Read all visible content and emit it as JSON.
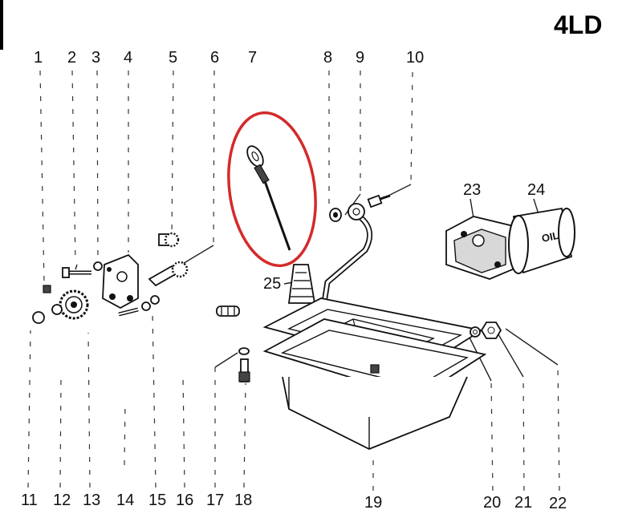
{
  "title": "4LD",
  "top_labels": [
    "1",
    "2",
    "3",
    "4",
    "5",
    "6",
    "7",
    "8",
    "9",
    "10"
  ],
  "bottom_labels": [
    "11",
    "12",
    "13",
    "14",
    "15",
    "16",
    "17",
    "18",
    "19",
    "20",
    "21",
    "22"
  ],
  "side_labels": {
    "dipstick_tube_boot": "25",
    "oil_filter_head": "23",
    "oil_filter": "24"
  },
  "filter_text": "OIL",
  "highlight_color": "#d42a2a"
}
